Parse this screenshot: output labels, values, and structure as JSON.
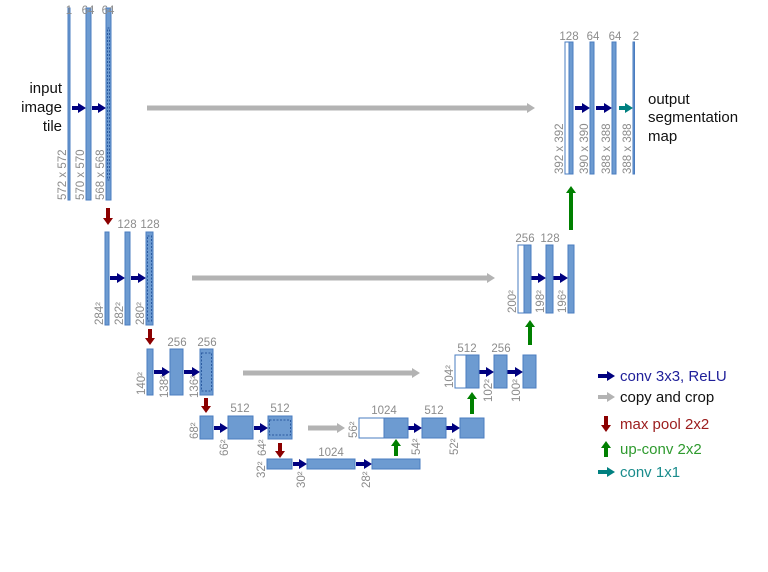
{
  "input_text": [
    "input",
    "image",
    "tile"
  ],
  "output_text": [
    "output",
    "segmentation",
    "map"
  ],
  "contracting": {
    "level1": {
      "channels": [
        "1",
        "64",
        "64"
      ],
      "sizes": [
        "572 x 572",
        "570 x 570",
        "568 x 568"
      ]
    },
    "level2": {
      "channels": [
        "128",
        "128"
      ],
      "sizes": [
        "284²",
        "282²",
        "280²"
      ]
    },
    "level3": {
      "channels": [
        "256",
        "256"
      ],
      "sizes": [
        "140²",
        "138²",
        "136²"
      ]
    },
    "level4": {
      "channels": [
        "512",
        "512"
      ],
      "sizes": [
        "68²",
        "66²",
        "64²"
      ]
    },
    "bottleneck": {
      "channels": [
        "1024"
      ],
      "sizes": [
        "32²",
        "30²",
        "28²"
      ]
    }
  },
  "expanding": {
    "level4": {
      "channels": [
        "1024",
        "512"
      ],
      "sizes": [
        "56²",
        "54²",
        "52²"
      ]
    },
    "level3": {
      "channels": [
        "512",
        "256"
      ],
      "sizes": [
        "104²",
        "102²",
        "100²"
      ]
    },
    "level2": {
      "channels": [
        "256",
        "128"
      ],
      "sizes": [
        "200²",
        "198²",
        "196²"
      ]
    },
    "level1": {
      "channels": [
        "128",
        "64",
        "64",
        "2"
      ],
      "sizes": [
        "392 x 392",
        "390 x 390",
        "388 x 388",
        "388 x 388"
      ]
    }
  },
  "legend": [
    {
      "label": "conv 3x3, ReLU",
      "color": "#00007f",
      "text_color": "#1f1f99",
      "icon": "arrow-right"
    },
    {
      "label": "copy and crop",
      "color": "#b3b3b3",
      "text_color": "#111111",
      "icon": "arrow-right"
    },
    {
      "label": "max pool 2x2",
      "color": "#8b0000",
      "text_color": "#9b1c1c",
      "icon": "arrow-down"
    },
    {
      "label": "up-conv 2x2",
      "color": "#008000",
      "text_color": "#2e9a2e",
      "icon": "arrow-up"
    },
    {
      "label": "conv 1x1",
      "color": "#008080",
      "text_color": "#1a8c8c",
      "icon": "arrow-right"
    }
  ],
  "colors": {
    "feature_map": "#6d9bd1",
    "feature_map_border": "#4a7cc0",
    "copied_map": "#ffffff"
  }
}
